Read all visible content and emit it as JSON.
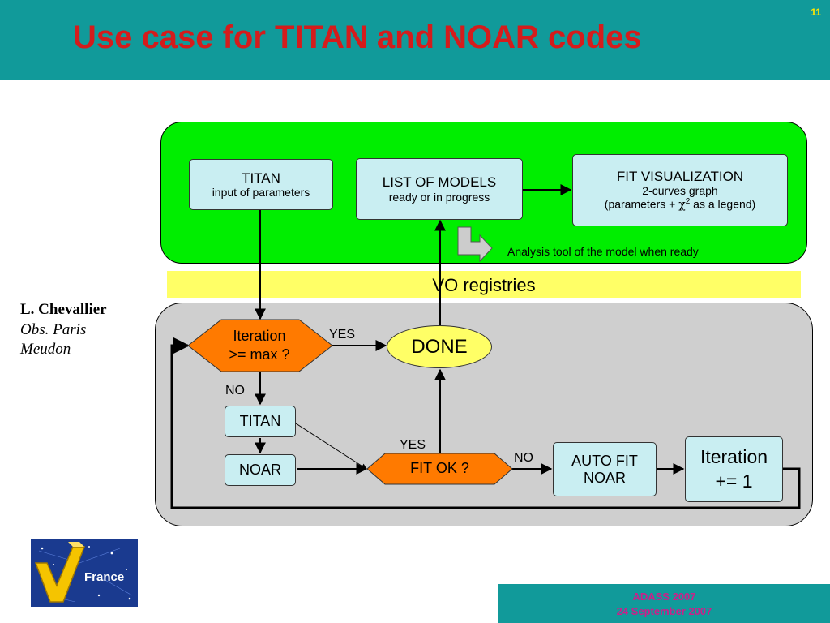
{
  "slide": {
    "title": "Use case for TITAN and NOAR codes",
    "number": "11"
  },
  "green_panel": {
    "titan": {
      "title": "TITAN",
      "subtitle": "input of parameters"
    },
    "list_of_models": {
      "title": "LIST OF MODELS",
      "subtitle": "ready or in progress"
    },
    "fit_visualization": {
      "title": "FIT VISUALIZATION",
      "line2": "2-curves graph",
      "line3_pre": "(parameters + ",
      "chi": "χ",
      "sup": "2",
      "line3_post": " as a legend)"
    },
    "analysis_note": "Analysis tool of the model when ready"
  },
  "vo_registries": "VO registries",
  "gray_panel": {
    "iteration_check": {
      "line1": "Iteration",
      "line2": ">= max ?"
    },
    "done": "DONE",
    "titan": "TITAN",
    "noar": "NOAR",
    "fit_ok": "FIT OK ?",
    "auto_fit": {
      "line1": "AUTO FIT",
      "line2": "NOAR"
    },
    "iteration_increment": {
      "line1": "Iteration",
      "line2": "+= 1"
    },
    "labels": {
      "yes_top": "YES",
      "no_left": "NO",
      "yes_fit": "YES",
      "no_fit": "NO"
    }
  },
  "author": {
    "name": "L. Chevallier",
    "affiliation_line1": "Obs. Paris",
    "affiliation_line2": "Meudon"
  },
  "logo": {
    "text": "France"
  },
  "footer": {
    "line1": "ADASS 2007",
    "line2": "24 September 2007"
  },
  "colors": {
    "header": "#119a9a",
    "title": "#d41c1c",
    "green_panel": "#00ee00",
    "gray_panel": "#cfcfcf",
    "vo_bar": "#ffff66",
    "box": "#c9eef2",
    "diamond": "#ff7a00",
    "done": "#ffff66",
    "footer_text": "#cc1f8a"
  }
}
